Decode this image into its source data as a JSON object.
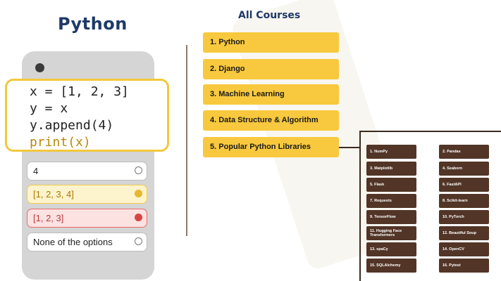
{
  "left": {
    "title": "Python",
    "code": [
      "x = [1, 2, 3]",
      "y = x",
      "y.append(4)",
      "print(x)"
    ],
    "options": [
      {
        "label": "4",
        "state": "default"
      },
      {
        "label": "[1, 2, 3, 4]",
        "state": "correct"
      },
      {
        "label": "[1, 2, 3]",
        "state": "wrong"
      },
      {
        "label": "None of the options",
        "state": "default"
      }
    ]
  },
  "right": {
    "title": "All Courses",
    "courses": [
      "1.  Python",
      "2.  Django",
      "3.  Machine Learning",
      "4.  Data Structure & Algorithm",
      "5.  Popular Python Libraries"
    ],
    "libraries_col1": [
      "1.  NumPy",
      "3.  Matplotlib",
      "5.  Flask",
      "7.  Requests",
      "9.  TensorFlow",
      "11. Hugging Face Transformers",
      "13. spaCy",
      "15. SQLAlchemy"
    ],
    "libraries_col2": [
      "2.  Pandas",
      "4.  Seaborn",
      "6.  FastAPI",
      "8.  Scikit-learn",
      "10. PyTorch",
      "12. Beautiful Soup",
      "14. OpenCV",
      "16. Pytest"
    ]
  },
  "colors": {
    "accent": "#f8c93e",
    "title": "#1f3a68",
    "lib_bg": "#523526"
  }
}
